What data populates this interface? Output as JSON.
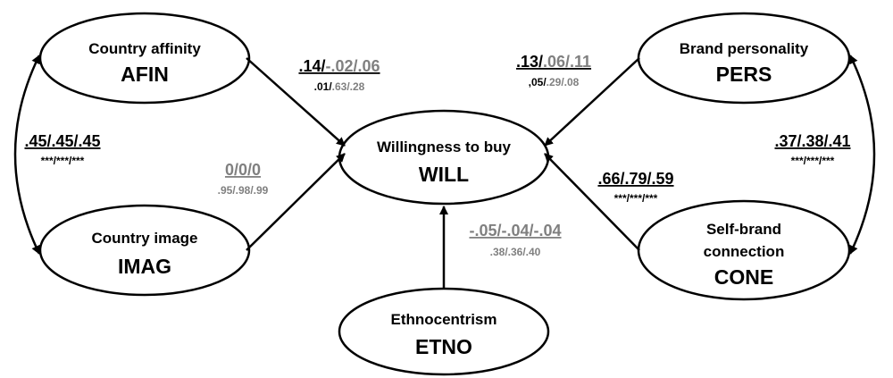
{
  "nodes": {
    "afin": {
      "label": "Country affinity",
      "abbr": "AFIN"
    },
    "imag": {
      "label": "Country image",
      "abbr": "IMAG"
    },
    "will": {
      "label": "Willingness to buy",
      "abbr": "WILL"
    },
    "etno": {
      "label": "Ethnocentrism",
      "abbr": "ETNO"
    },
    "pers": {
      "label": "Brand personality",
      "abbr": "PERS"
    },
    "cone": {
      "label_line1": "Self-brand",
      "label_line2": "connection",
      "abbr": "CONE"
    }
  },
  "paths": {
    "afin_will": {
      "coef": [
        ".14/",
        "-.02/",
        ".06"
      ],
      "sig": [
        ".01/",
        ".63/",
        ".28"
      ]
    },
    "imag_will": {
      "coef": "0/0/0",
      "sig": ".95/.98/.99"
    },
    "etno_will": {
      "coef": "-.05/-.04/-.04",
      "sig": ".38/.36/.40"
    },
    "pers_will": {
      "coef": [
        ".13/",
        ".06/",
        ".11"
      ],
      "sig": [
        ",05/",
        ".29/",
        ".08"
      ]
    },
    "cone_will": {
      "coef": ".66/.79/.59",
      "sig": "***/***/***"
    }
  },
  "correlations": {
    "afin_imag": {
      "coef": ".45/.45/.45",
      "sig": "***/***/***"
    },
    "pers_cone": {
      "coef": ".37/.38/.41",
      "sig": "***/***/***"
    }
  },
  "colors": {
    "significant": "#000000",
    "nonsignificant": "#808080"
  }
}
